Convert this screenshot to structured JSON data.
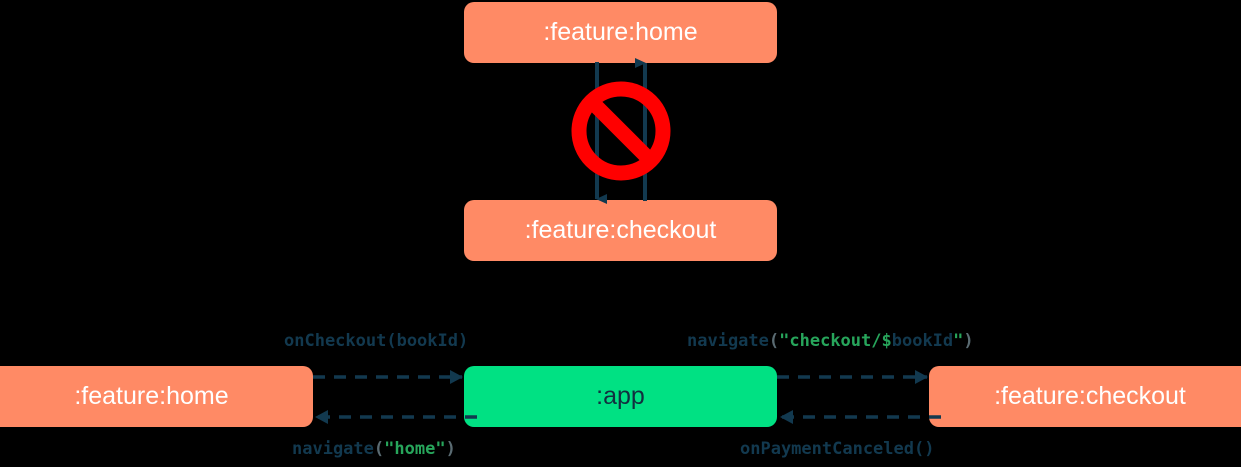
{
  "diagram": {
    "background_color": "#000000",
    "module_color": "#FF8A65",
    "app_color": "#00E183",
    "arrow_color": "#12394F",
    "forbidden_color": "#FF0000",
    "module_text_color": "#FFFFFF",
    "app_text_color": "#12303F"
  },
  "top_section": {
    "nodes": [
      {
        "id": "home-top",
        "label": ":feature:home",
        "type": "module"
      },
      {
        "id": "checkout-top",
        "label": ":feature:checkout",
        "type": "module"
      }
    ],
    "forbidden_icon": "prohibition-icon",
    "edges": [
      {
        "from": "home-top",
        "to": "checkout-top",
        "direction": "down",
        "style": "solid"
      },
      {
        "from": "checkout-top",
        "to": "home-top",
        "direction": "up",
        "style": "solid"
      }
    ]
  },
  "bottom_section": {
    "nodes": [
      {
        "id": "home-bottom",
        "label": ":feature:home",
        "type": "module"
      },
      {
        "id": "app",
        "label": ":app",
        "type": "app"
      },
      {
        "id": "checkout-bottom",
        "label": ":feature:checkout",
        "type": "module"
      }
    ],
    "edges": [
      {
        "id": "edge-home-to-app",
        "from": "home-bottom",
        "to": "app",
        "style": "dashed",
        "direction": "right",
        "label_parts": [
          {
            "text": "onCheckout(bookId)",
            "token": "ident"
          }
        ]
      },
      {
        "id": "edge-app-to-checkout",
        "from": "app",
        "to": "checkout-bottom",
        "style": "dashed",
        "direction": "right",
        "label_parts": [
          {
            "text": "navigate",
            "token": "ident"
          },
          {
            "text": "(",
            "token": "punct"
          },
          {
            "text": "\"checkout/$",
            "token": "str"
          },
          {
            "text": "bookId",
            "token": "ident"
          },
          {
            "text": "\"",
            "token": "str"
          },
          {
            "text": ")",
            "token": "punct"
          }
        ]
      },
      {
        "id": "edge-app-to-home",
        "from": "app",
        "to": "home-bottom",
        "style": "dashed",
        "direction": "left",
        "label_parts": [
          {
            "text": "navigate",
            "token": "ident"
          },
          {
            "text": "(",
            "token": "punct"
          },
          {
            "text": "\"home\"",
            "token": "str"
          },
          {
            "text": ")",
            "token": "punct"
          }
        ]
      },
      {
        "id": "edge-checkout-to-app",
        "from": "checkout-bottom",
        "to": "app",
        "style": "dashed",
        "direction": "left",
        "label_parts": [
          {
            "text": "onPaymentCanceled()",
            "token": "ident"
          }
        ]
      }
    ]
  }
}
